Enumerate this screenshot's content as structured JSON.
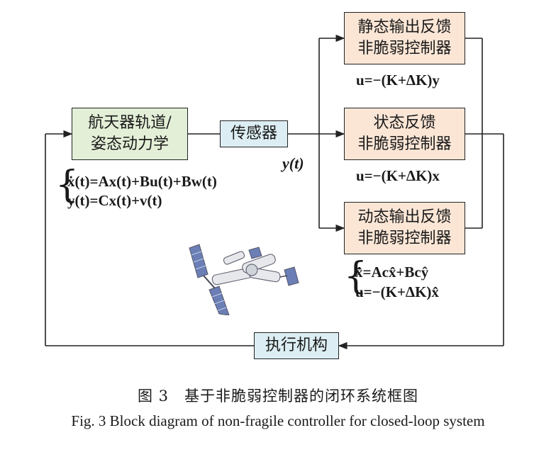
{
  "blocks": {
    "plant": [
      "航天器轨道/",
      "姿态动力学"
    ],
    "sensor": "传感器",
    "actuator": "执行机构",
    "ctrl_static": [
      "静态输出反馈",
      "非脆弱控制器"
    ],
    "ctrl_state": [
      "状态反馈",
      "非脆弱控制器"
    ],
    "ctrl_dynamic": [
      "动态输出反馈",
      "非脆弱控制器"
    ]
  },
  "signals": {
    "y_label": "y(t)"
  },
  "equations": {
    "plant_1": "ẋ(t)=Ax(t)+Bu(t)+Bw(t)",
    "plant_2": "y(t)=Cx(t)+v(t)",
    "static_law": "u=−(K+ΔK)y",
    "state_law": "u=−(K+ΔK)x",
    "dynamic_1": "x̂̇=Acx̂+Bcŷ",
    "dynamic_2": "u=−(K+ΔK)x̂"
  },
  "caption": {
    "cn": "图 3　基于非脆弱控制器的闭环系统框图",
    "en": "Fig. 3   Block diagram of non-fragile controller for closed-loop system"
  },
  "colors": {
    "plant_fill": "#e3efd7",
    "sensor_fill": "#dceef3",
    "controller_fill": "#fbe6d6",
    "line": "#222222"
  },
  "icons": {
    "spacecraft": "space-station-icon"
  }
}
